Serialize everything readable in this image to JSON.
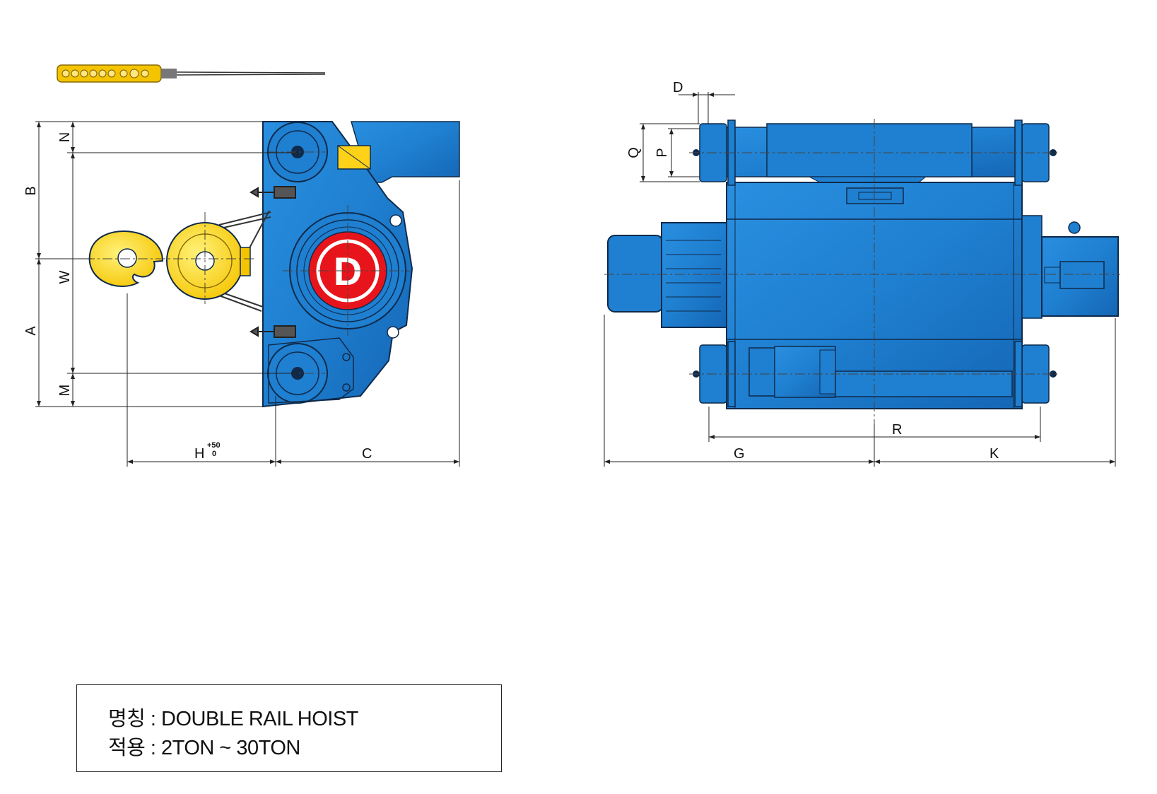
{
  "dimension_labels": {
    "N": "N",
    "B": "B",
    "W": "W",
    "A": "A",
    "M": "M",
    "H": "H",
    "H_tol_upper": "+50",
    "H_tol_lower": "0",
    "C": "C",
    "D": "D",
    "Q": "Q",
    "P": "P",
    "R": "R",
    "G": "G",
    "K": "K"
  },
  "logo_letter": "D",
  "info": {
    "name_line": "명칭 : DOUBLE RAIL HOIST",
    "application_line": "적용 : 2TON ~ 30TON"
  },
  "colors": {
    "body_blue": "#1f7fd0",
    "dark_outline": "#0f2a4a",
    "hook_yellow": "#ffd21a",
    "logo_red": "#e8141b",
    "pendant_yellow": "#f5c400"
  },
  "icons": [
    "pendant-switch-icon",
    "hook-icon",
    "logo-d-icon"
  ]
}
